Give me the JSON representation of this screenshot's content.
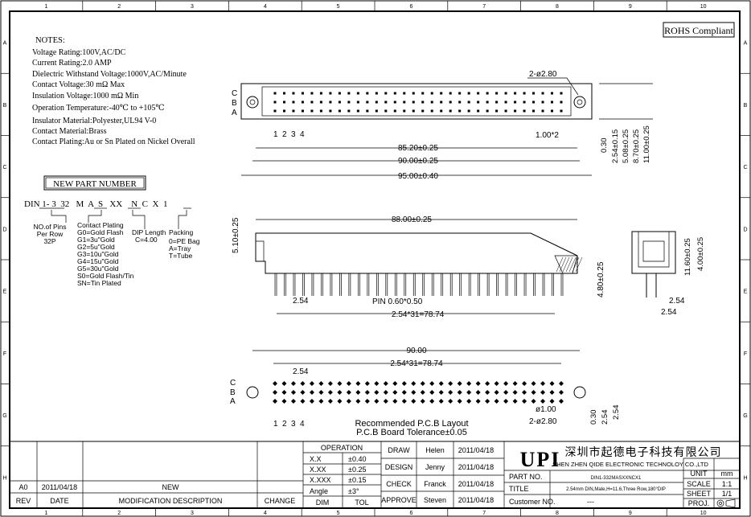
{
  "frame": {
    "columns": [
      "1",
      "2",
      "3",
      "4",
      "5",
      "6",
      "7",
      "8",
      "9",
      "10"
    ],
    "rows": [
      "A",
      "B",
      "C",
      "D",
      "E",
      "F",
      "G",
      "H"
    ]
  },
  "rohs": "ROHS Compliant",
  "notes": {
    "title": "NOTES:",
    "lines": [
      "Voltage Rating:100V,AC/DC",
      "Current Rating:2.0 AMP",
      "Dielectric Withstand Voltage:1000V,AC/Minute",
      "Contact Voltage:30 mΩ Max",
      "Insulation Voltage:1000 mΩ Min",
      "Operation Temperature:-40℃ to +105℃",
      "Insulator Material:Polyester,UL94 V-0",
      "Contact Material:Brass",
      "Contact Plating:Au or Sn Plated on Nickel Overall"
    ]
  },
  "part_number": {
    "box_title": "NEW PART NUMBER",
    "code": "DIN 1- 3  32   M  A  S   XX    N  C  X  1",
    "pins_label": [
      "NO.of Pins",
      "Per Row",
      "32P"
    ],
    "plating_label": [
      "Contact Plating",
      "G0=Gold Flash",
      "G1=3u\"Gold",
      "G2=5u\"Gold",
      "G3=10u\"Gold",
      "G4=15u\"Gold",
      "G5=30u\"Gold",
      "S0=Gold Flash/Tin",
      "SN=Tin Plated"
    ],
    "dip_label": [
      "DIP Length",
      "C=4.00"
    ],
    "packing_label": [
      "Packing",
      "0=PE Bag",
      "A=Tray",
      "T=Tube"
    ]
  },
  "top_view": {
    "hole_label": "2-ø2.80",
    "row_labels": [
      "C",
      "B",
      "A"
    ],
    "pin_numbers": [
      "1",
      "2",
      "3",
      "4"
    ],
    "pitch_label": "1.00*2",
    "dims_h": [
      "85.20±0.25",
      "90.00±0.25",
      "95.00±0.40"
    ],
    "dims_v": [
      "0.30",
      "2.54±0.15",
      "5.08±0.25",
      "8.70±0.25",
      "11.00±0.25"
    ]
  },
  "front_view": {
    "width": "88.00±0.25",
    "height": "5.10±0.25",
    "pitch": "2.54",
    "pin": "PIN 0.60*0.50",
    "span": "2.54*31=78.74",
    "dip": "4.80±0.25"
  },
  "side_view": {
    "dims_v": [
      "11.60±0.25",
      "4.00±0.25"
    ],
    "dims_h": [
      "2.54",
      "2.54"
    ]
  },
  "pcb_layout": {
    "width": "90.00",
    "span": "2.54*31=78.74",
    "pitch": "2.54",
    "row_labels": [
      "C",
      "B",
      "A"
    ],
    "pin_numbers": [
      "1",
      "2",
      "3",
      "4"
    ],
    "pad_label": "ø1.00",
    "hole_label": "2-ø2.80",
    "dims_v": [
      "0.30",
      "2.54",
      "2.54"
    ],
    "caption_1": "Recommended P.C.B Layout",
    "caption_2": "P.C.B Board Tolerance±0.05"
  },
  "revision": {
    "rows": [
      {
        "rev": "A0",
        "date": "2011/04/18",
        "desc": "NEW",
        "change": ""
      }
    ],
    "headers": {
      "rev": "REV",
      "date": "DATE",
      "desc": "MODIFICATION DESCRIPTION",
      "change": "CHANGE"
    }
  },
  "tolerance": {
    "title": "OPERATION",
    "rows": [
      [
        "X.X",
        "±0.40"
      ],
      [
        "X.XX",
        "±0.25"
      ],
      [
        "X.XXX",
        "±0.15"
      ],
      [
        "Angle",
        "±3°"
      ]
    ],
    "footer": [
      "DIM",
      "TOL"
    ]
  },
  "signoff": [
    {
      "role": "DRAW",
      "name": "Helen",
      "date": "2011/04/18"
    },
    {
      "role": "DESIGN",
      "name": "Jenny",
      "date": "2011/04/18"
    },
    {
      "role": "CHECK",
      "name": "Franck",
      "date": "2011/04/18"
    },
    {
      "role": "APPROVE",
      "name": "Steven",
      "date": "2011/04/18"
    }
  ],
  "company": {
    "logo": "UPI",
    "name_cn": "深圳市起德电子科技有限公司",
    "name_en": "SHEN ZHEN QIDE ELECTRONIC TECHNOLOY CO.,LTD"
  },
  "part_info": {
    "part_no_label": "PART NO.",
    "part_no": "DIN1-332MASXXNCX1",
    "title_label": "TITLE",
    "title": "2.54mm DIN,Male,H=11.6,Three Row,180°DIP",
    "customer_label": "Customer NO.",
    "customer": "---"
  },
  "sheet_info": [
    {
      "label": "UNIT",
      "value": "mm"
    },
    {
      "label": "SCALE",
      "value": "1:1"
    },
    {
      "label": "SHEET",
      "value": "1/1"
    },
    {
      "label": "PROJ.",
      "value": ""
    }
  ]
}
